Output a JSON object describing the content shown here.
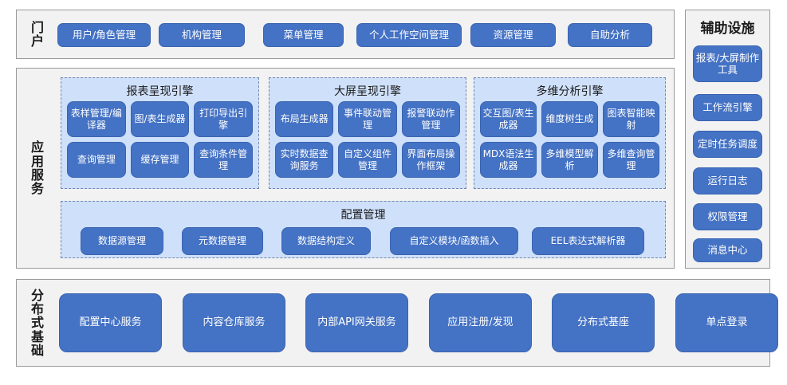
{
  "portal": {
    "label": "门户",
    "items": [
      {
        "text": "用户/角色管理"
      },
      {
        "text": "机构管理"
      },
      {
        "text": "菜单管理"
      },
      {
        "text": "个人工作空间管理"
      },
      {
        "text": "资源管理"
      },
      {
        "text": "自助分析"
      }
    ]
  },
  "app_services": {
    "label": "应用服务",
    "groups": [
      {
        "title": "报表呈现引擎",
        "items": [
          {
            "text": "表样管理/编译器"
          },
          {
            "text": "图/表生成器"
          },
          {
            "text": "打印导出引擎"
          },
          {
            "text": "查询管理"
          },
          {
            "text": "缓存管理"
          },
          {
            "text": "查询条件管理"
          }
        ]
      },
      {
        "title": "大屏呈现引擎",
        "items": [
          {
            "text": "布局生成器"
          },
          {
            "text": "事件联动管理"
          },
          {
            "text": "报警联动作管理"
          },
          {
            "text": "实时数据查询服务"
          },
          {
            "text": "自定义组件管理"
          },
          {
            "text": "界面布局操作框架"
          }
        ]
      },
      {
        "title": "多维分析引擎",
        "items": [
          {
            "text": "交互图/表生成器"
          },
          {
            "text": "维度树生成"
          },
          {
            "text": "图表智能映射"
          },
          {
            "text": "MDX语法生成器"
          },
          {
            "text": "多维模型解析"
          },
          {
            "text": "多维查询管理"
          }
        ]
      }
    ],
    "config_group": {
      "title": "配置管理",
      "items": [
        {
          "text": "数据源管理"
        },
        {
          "text": "元数据管理"
        },
        {
          "text": "数据结构定义"
        },
        {
          "text": "自定义模块/函数插入"
        },
        {
          "text": "EEL表达式解析器"
        }
      ]
    }
  },
  "distributed": {
    "label": "分布式基础",
    "items": [
      {
        "text": "配置中心服务"
      },
      {
        "text": "内容仓库服务"
      },
      {
        "text": "内部API网关服务"
      },
      {
        "text": "应用注册/发现"
      },
      {
        "text": "分布式基座"
      },
      {
        "text": "单点登录"
      }
    ]
  },
  "auxiliary": {
    "title": "辅助设施",
    "items": [
      {
        "text": "报表/大屏制作工具"
      },
      {
        "text": "工作流引擎"
      },
      {
        "text": "定时任务调度"
      },
      {
        "text": "运行日志"
      },
      {
        "text": "权限管理"
      },
      {
        "text": "消息中心"
      }
    ]
  },
  "colors": {
    "button_blue": "#4472c4",
    "group_fill": "#cfe0fa",
    "panel_grey": "#f2f2f2",
    "panel_border": "#9a9a9a",
    "dash_border": "#6f87ae",
    "text_dark": "#1a1a1a"
  }
}
